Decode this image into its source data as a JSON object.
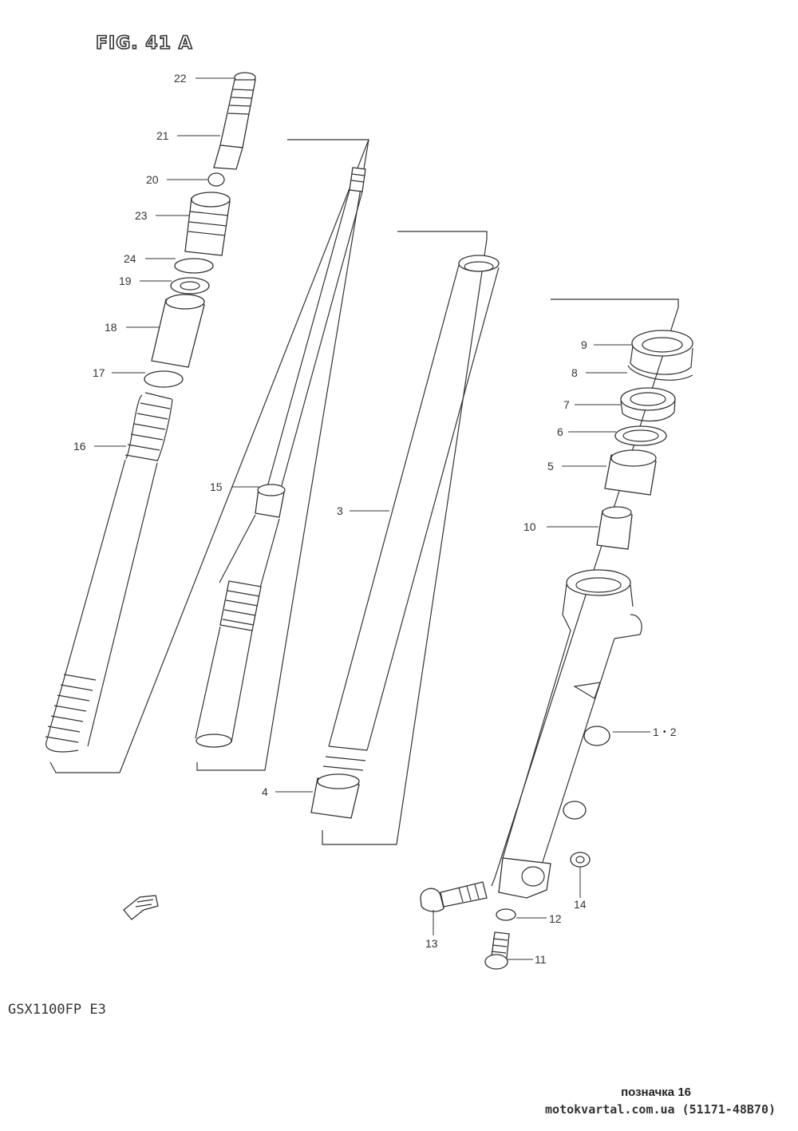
{
  "figure": {
    "title": "FIG. 41 A",
    "model": "GSX1100FP E3"
  },
  "footer": {
    "note": "позначка 16",
    "source": "motokvartal.com.ua (51171-48B70)"
  },
  "callouts": [
    {
      "id": "c22",
      "label": "22"
    },
    {
      "id": "c21",
      "label": "21"
    },
    {
      "id": "c20",
      "label": "20"
    },
    {
      "id": "c23",
      "label": "23"
    },
    {
      "id": "c24",
      "label": "24"
    },
    {
      "id": "c19",
      "label": "19"
    },
    {
      "id": "c18",
      "label": "18"
    },
    {
      "id": "c17",
      "label": "17"
    },
    {
      "id": "c16",
      "label": "16"
    },
    {
      "id": "c15",
      "label": "15"
    },
    {
      "id": "c3",
      "label": "3"
    },
    {
      "id": "c4",
      "label": "4"
    },
    {
      "id": "c9",
      "label": "9"
    },
    {
      "id": "c8",
      "label": "8"
    },
    {
      "id": "c7",
      "label": "7"
    },
    {
      "id": "c6",
      "label": "6"
    },
    {
      "id": "c5",
      "label": "5"
    },
    {
      "id": "c10",
      "label": "10"
    },
    {
      "id": "c12r",
      "label": "1・2"
    },
    {
      "id": "c14",
      "label": "14"
    },
    {
      "id": "c12",
      "label": "12"
    },
    {
      "id": "c13",
      "label": "13"
    },
    {
      "id": "c11",
      "label": "11"
    }
  ]
}
